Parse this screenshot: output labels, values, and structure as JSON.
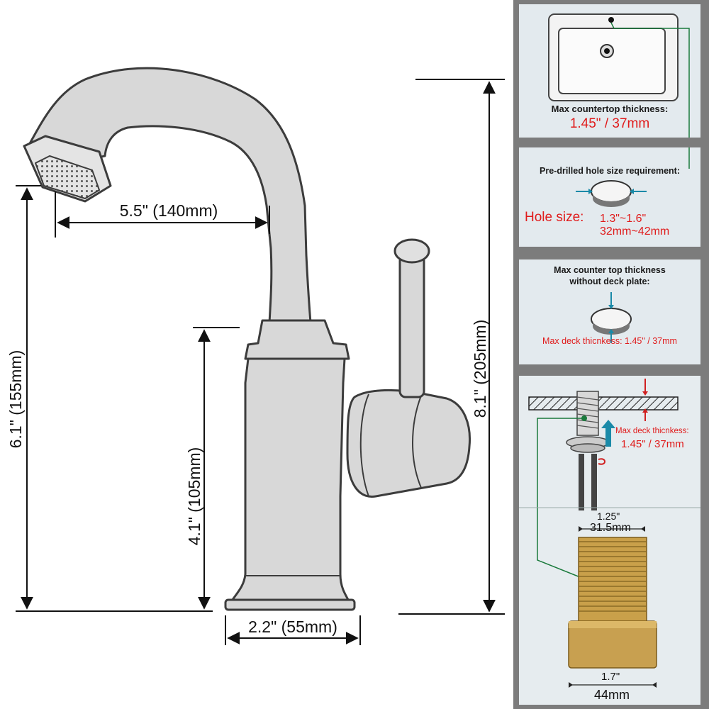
{
  "faucet_dimensions": {
    "spout_reach": "5.5\" (140mm)",
    "spout_height": "6.1\" (155mm)",
    "body_height": "4.1\" (105mm)",
    "total_height": "8.1\" (205mm)",
    "base_diameter": "2.2\" (55mm)"
  },
  "panel": {
    "countertop": {
      "title": "Max countertop thickness:",
      "value": "1.45\" / 37mm"
    },
    "hole": {
      "title": "Pre-drilled hole size requirement:",
      "label": "Hole size:",
      "value_in": "1.3\"~1.6\"",
      "value_mm": "32mm~42mm"
    },
    "deck_plate": {
      "title_line1": "Max counter top thickness",
      "title_line2": "without deck plate:",
      "value": "Max deck thicnkess: 1.45\" / 37mm"
    },
    "install": {
      "label": "Max deck thicnkess:",
      "value": "1.45\" / 37mm"
    },
    "shank": {
      "top_in": "1.25\"",
      "top_mm": "31.5mm",
      "bottom_in": "1.7\"",
      "bottom_mm": "44mm"
    }
  },
  "colors": {
    "dimension_text": "#111111",
    "accent_red": "#e01b1b",
    "panel_bg": "#7c7c7c",
    "card_bg": "#e3eaee",
    "arrow_green": "#1a7a3c",
    "arrow_blue": "#1a8aa8",
    "brass": "#c9a04a"
  }
}
